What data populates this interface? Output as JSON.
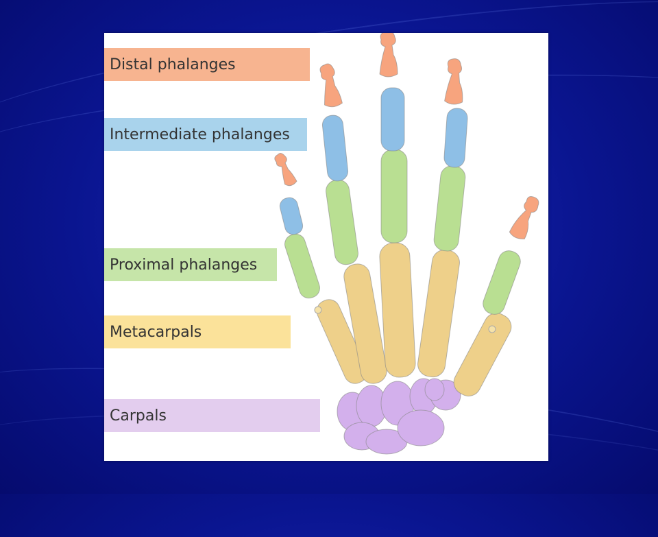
{
  "labels": {
    "distal": "Distal phalanges",
    "intermediate": "Intermediate phalanges",
    "proximal": "Proximal phalanges",
    "metacarpals": "Metacarpals",
    "carpals": "Carpals"
  },
  "colors": {
    "distal": "#f7b490",
    "intermediate": "#a9d3ec",
    "proximal": "#c6e5a9",
    "metacarpals": "#fbe29a",
    "carpals": "#e3cdee",
    "distal_bone": "#f7a47e",
    "intermediate_bone": "#8ebfe6",
    "proximal_bone": "#b9df92",
    "metacarpal_bone": "#eed08a",
    "carpal_bone": "#d3b0ec"
  }
}
